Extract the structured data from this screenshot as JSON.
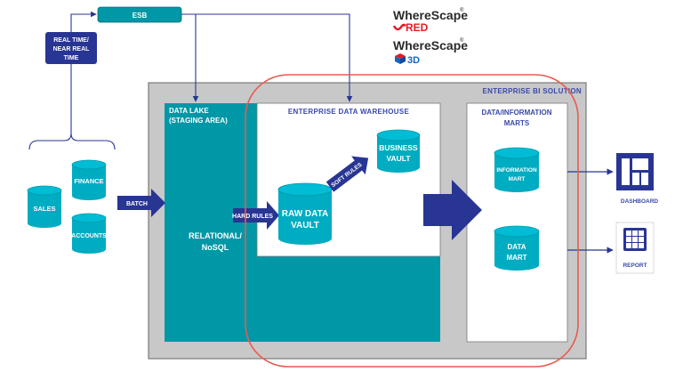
{
  "colors": {
    "navy": "#283593",
    "teal": "#0097a7",
    "cyl": "#00acc1",
    "grey": "#c8c8c8",
    "border": "#7a7a7a",
    "red": "#ea5a4f",
    "wherescape_red": "#e31b23"
  },
  "logos": {
    "red_product": {
      "brand": "WhereScape",
      "product": "RED",
      "reg": "®"
    },
    "threed_product": {
      "brand": "WhereScape",
      "product": "3D",
      "reg": "®"
    }
  },
  "labels": {
    "esb": "ESB",
    "real_time_1": "REAL TIME/",
    "real_time_2": "NEAR REAL",
    "real_time_3": "TIME",
    "batch": "BATCH",
    "enterprise_bi": "ENTERPRISE BI SOLUTION",
    "data_lake_1": "DATA LAKE",
    "data_lake_2": "(STAGING AREA)",
    "relational_1": "RELATIONAL/",
    "relational_2": "NoSQL",
    "edw": "ENTERPRISE DATA WAREHOUSE",
    "marts_1": "DATA/INFORMATION",
    "marts_2": "MARTS",
    "hard_rules": "HARD RULES",
    "soft_rules": "SOFT RULES",
    "dashboard": "DASHBOARD",
    "report": "REPORT"
  },
  "sources": {
    "sales": "SALES",
    "finance": "FINANCE",
    "accounts": "ACCOUNTS"
  },
  "vaults": {
    "raw_1": "RAW DATA",
    "raw_2": "VAULT",
    "business_1": "BUSINESS",
    "business_2": "VAULT"
  },
  "marts": {
    "info_1": "INFORMATION",
    "info_2": "MART",
    "data_1": "DATA",
    "data_2": "MART"
  }
}
